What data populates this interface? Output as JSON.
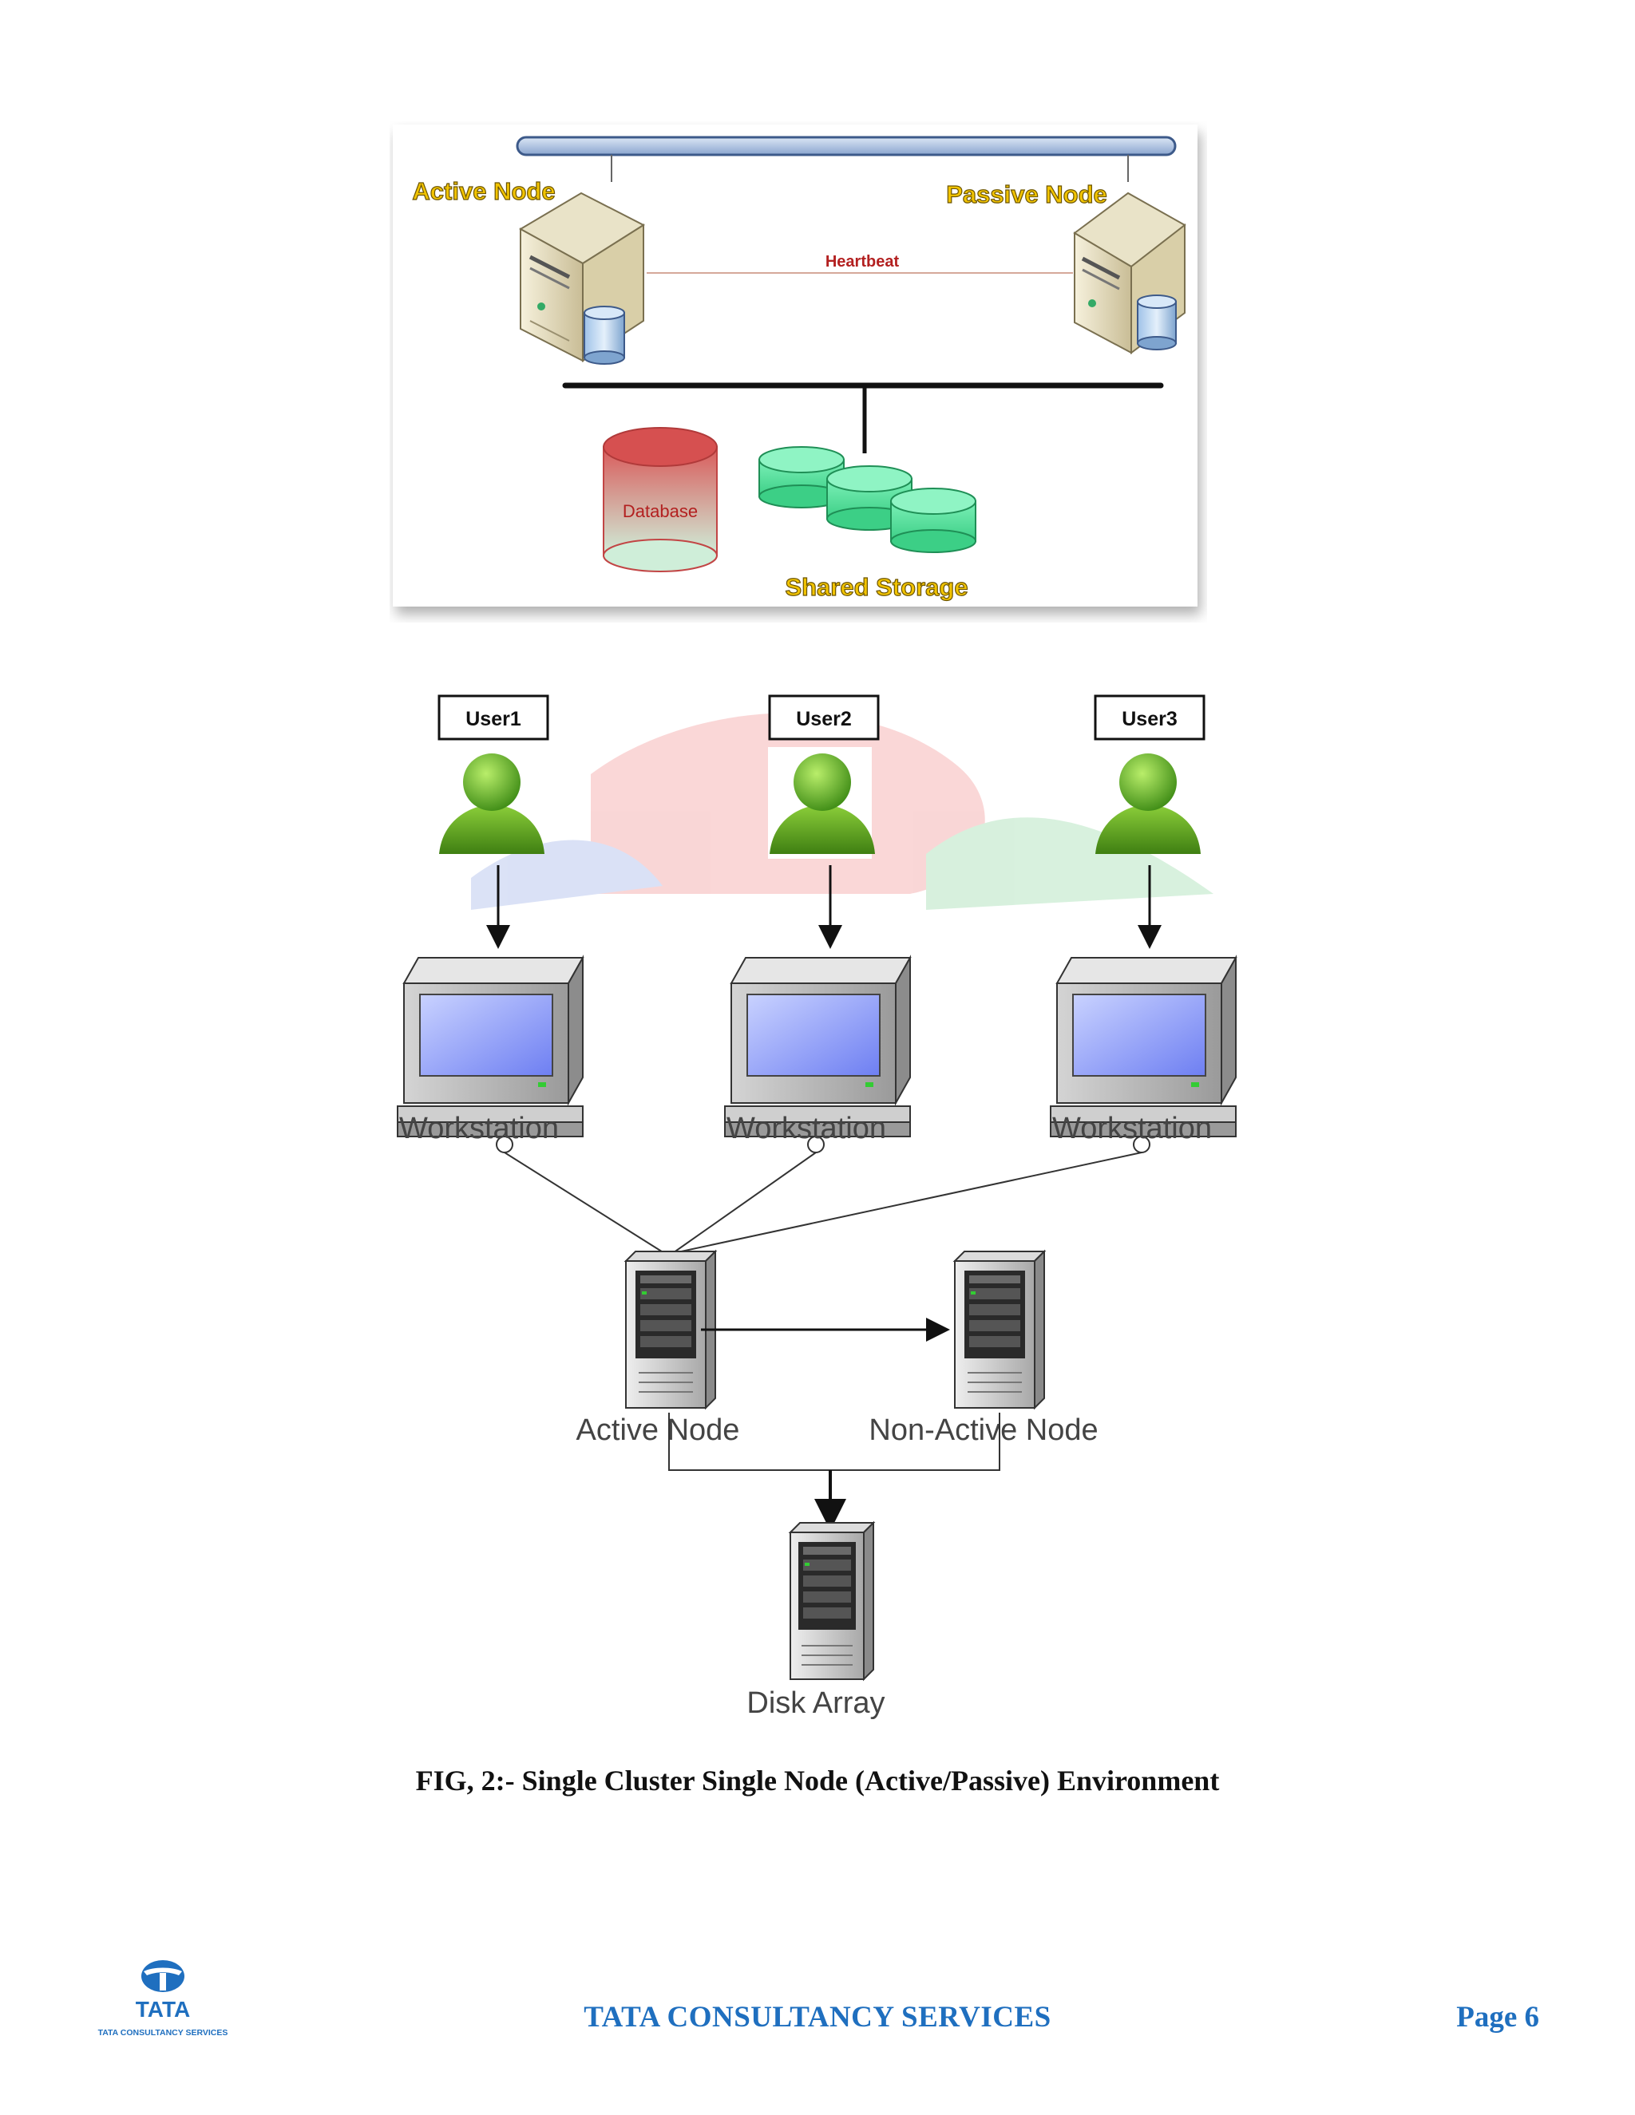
{
  "figure1": {
    "active_node": "Active Node",
    "passive_node": "Passive Node",
    "heartbeat": "Heartbeat",
    "database": "Database",
    "shared_storage": "Shared Storage"
  },
  "figure2": {
    "users": [
      "User1",
      "User2",
      "User3"
    ],
    "workstation": "Workstation",
    "active_node": "Active Node",
    "non_active_node": "Non-Active Node",
    "disk_array": "Disk Array"
  },
  "caption": "FIG, 2:- Single Cluster Single Node (Active/Passive) Environment",
  "footer": {
    "company": "TATA CONSULTANCY SERVICES",
    "page": "Page 6",
    "logo_word": "TATA",
    "logo_sub": "TATA CONSULTANCY SERVICES"
  },
  "colors": {
    "accent_blue": "#1f6fbf",
    "label_yellow": "#f2c400",
    "database_red": "#e87b7b",
    "storage_green": "#5fe0a0",
    "user_green": "#5aa51e"
  }
}
